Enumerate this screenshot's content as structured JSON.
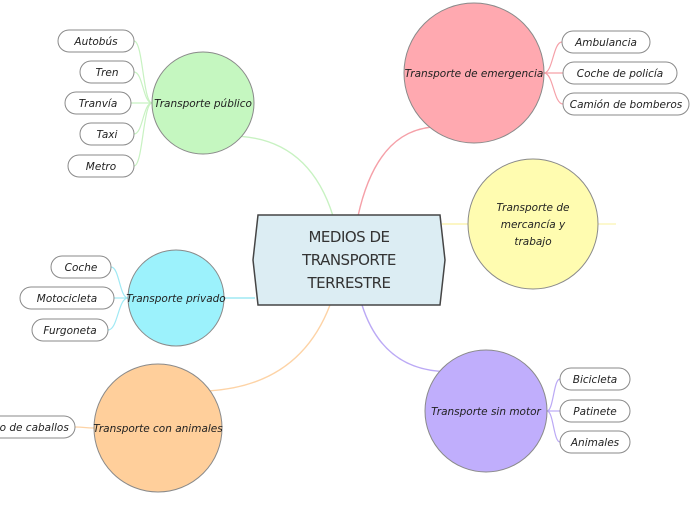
{
  "central": {
    "lines": [
      "MEDIOS DE",
      "TRANSPORTE",
      "TERRESTRE"
    ]
  },
  "branches": [
    {
      "id": "publico",
      "label_lines": [
        "Transporte público"
      ],
      "fill": "#c5f7c0",
      "line": "#c8f2c2",
      "leaves": [
        "Autobús",
        "Tren",
        "Tranvía",
        "Taxi",
        "Metro"
      ]
    },
    {
      "id": "emergencia",
      "label_lines": [
        "Transporte de emergencia"
      ],
      "fill": "#ffa9b0",
      "line": "#f5a0a8",
      "leaves": [
        "Ambulancia",
        "Coche de policía",
        "Camión de bomberos"
      ]
    },
    {
      "id": "mercancia",
      "label_lines": [
        "Transporte de",
        "mercancía  y",
        "trabajo"
      ],
      "fill": "#fffcb0",
      "line": "#fbf4b0",
      "leaves": []
    },
    {
      "id": "privado",
      "label_lines": [
        "Transporte privado"
      ],
      "fill": "#9cf2fc",
      "line": "#9fe9f4",
      "leaves": [
        "Coche",
        "Motocicleta",
        "Furgoneta"
      ]
    },
    {
      "id": "sinmotor",
      "label_lines": [
        "Transporte sin motor"
      ],
      "fill": "#c0aefc",
      "line": "#bba9f5",
      "leaves": [
        "Bicicleta",
        "Patinete",
        "Animales"
      ]
    },
    {
      "id": "animales",
      "label_lines": [
        "Transporte con animales"
      ],
      "fill": "#ffcf9b",
      "line": "#fdd3a6",
      "leaves": [
        "Carro de caballos"
      ]
    }
  ]
}
